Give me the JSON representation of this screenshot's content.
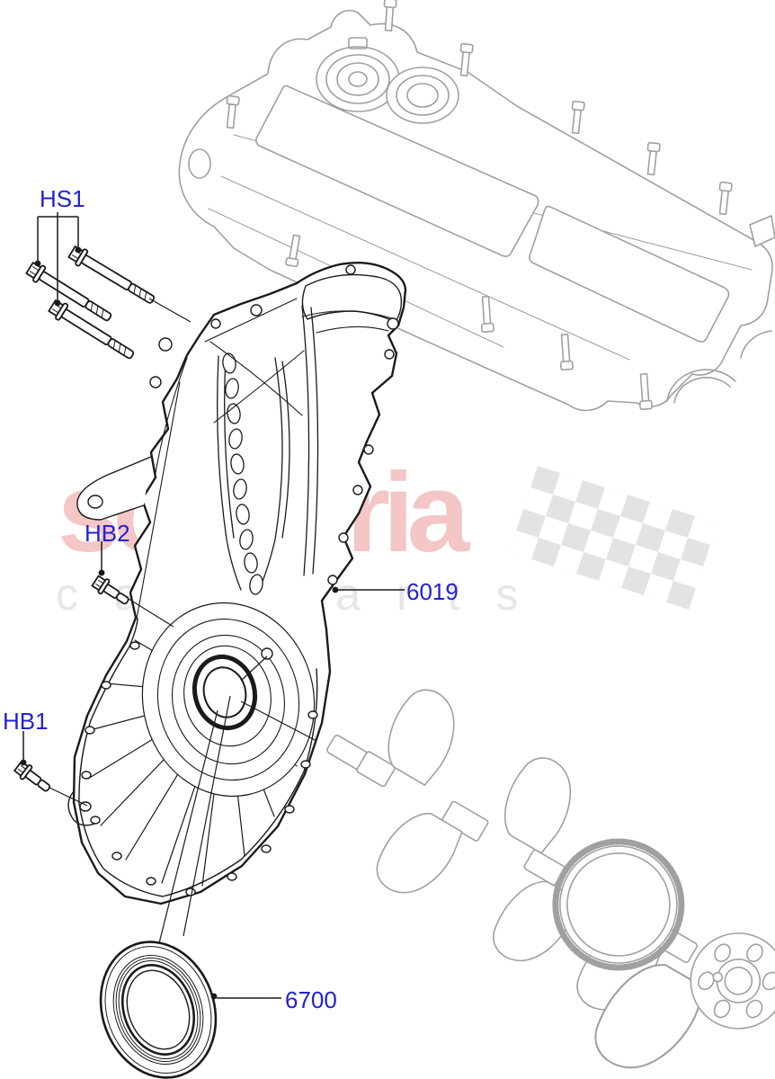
{
  "diagram": {
    "labels": {
      "hs1": {
        "text": "HS1"
      },
      "hb2": {
        "text": "HB2"
      },
      "hb1": {
        "text": "HB1"
      },
      "p6019": {
        "text": "6019"
      },
      "p6700": {
        "text": "6700"
      }
    },
    "watermark": {
      "line1": "scuderia",
      "line2": "car parts"
    },
    "colors": {
      "label_blue": "#2222d4",
      "dark_line": "#1a1a1a",
      "light_line": "#a0a0a0",
      "watermark_pink": "#f4c6c6",
      "watermark_gray": "#e6e6e6",
      "flag_gray": "#e3e3e3",
      "background": "#ffffff"
    },
    "icons": {
      "camshaft_cover_drawing": "camshaft-cover-line-art",
      "timing_cover_drawing": "timing-chain-cover-line-art",
      "crankshaft_drawing": "crankshaft-line-art",
      "seal_drawing": "crankshaft-front-seal-line-art",
      "bolts_drawing": "bolt-line-art",
      "flag": "checkered-flag-watermark"
    }
  }
}
